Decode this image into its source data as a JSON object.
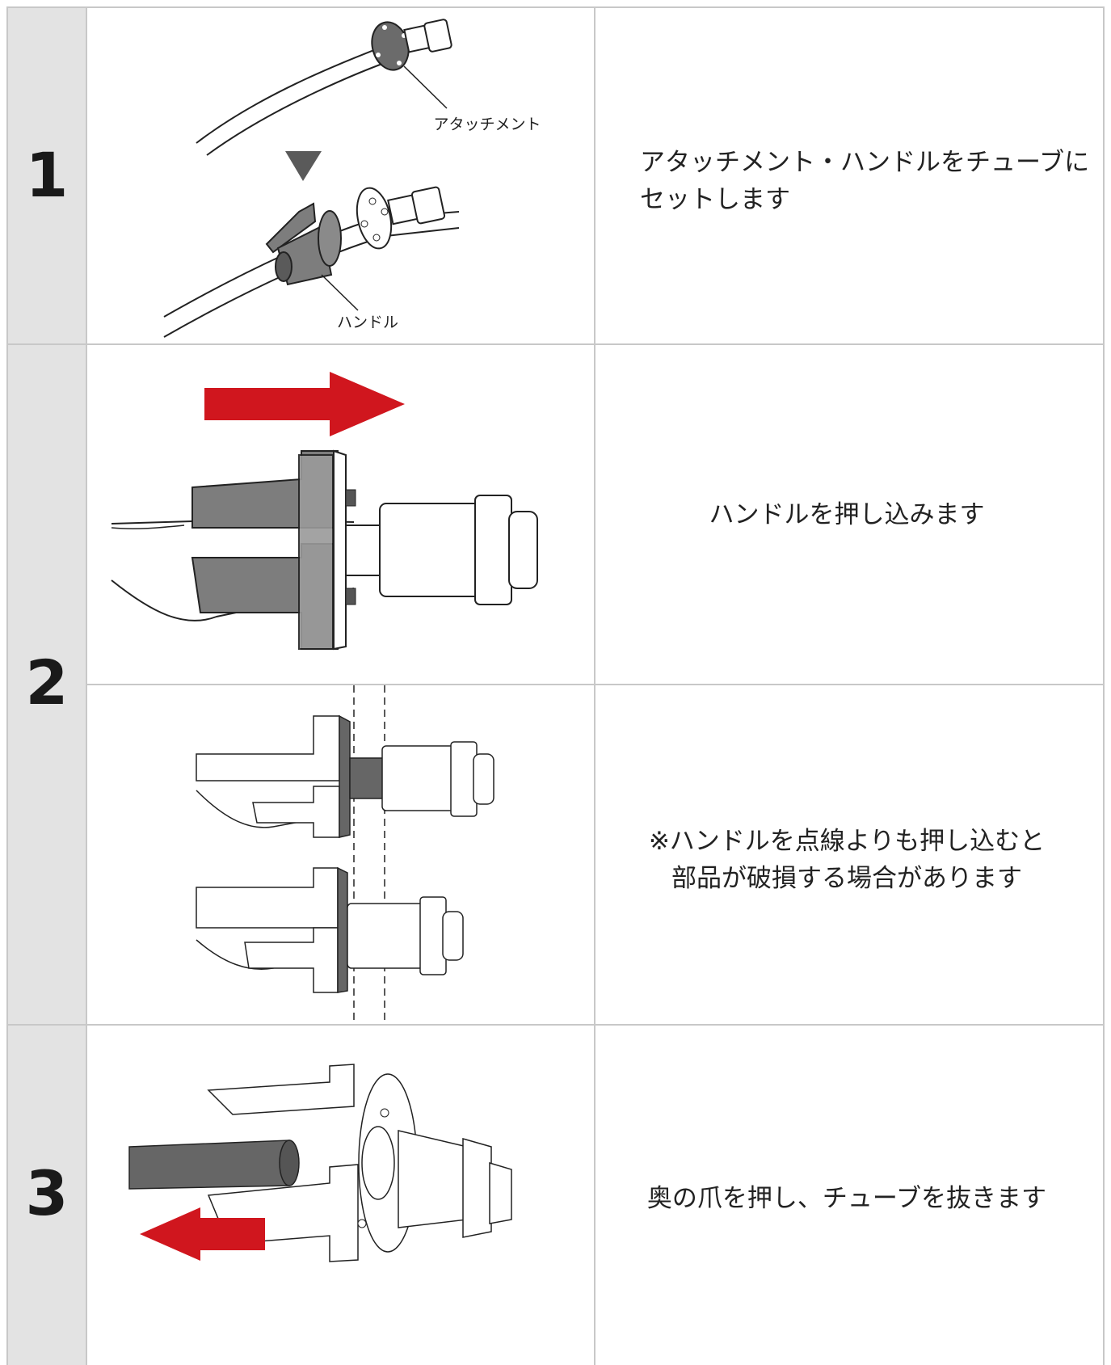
{
  "steps": [
    {
      "number": "1",
      "labels": {
        "attachment": "アタッチメント",
        "handle": "ハンドル"
      },
      "description_lines": [
        "アタッチメント・ハンドルをチューブに",
        "セットします"
      ]
    },
    {
      "number": "2",
      "description": "ハンドルを押し込みます",
      "note_lines": [
        "※ハンドルを点線よりも押し込むと",
        "部品が破損する場合があります"
      ]
    },
    {
      "number": "3",
      "description": "奥の爪を押し、チューブを抜きます"
    }
  ],
  "colors": {
    "arrow_red": "#d0161e",
    "step_column": "#e3e3e3",
    "part_gray": "#7d7d7d",
    "border": "#c8c8c8"
  }
}
